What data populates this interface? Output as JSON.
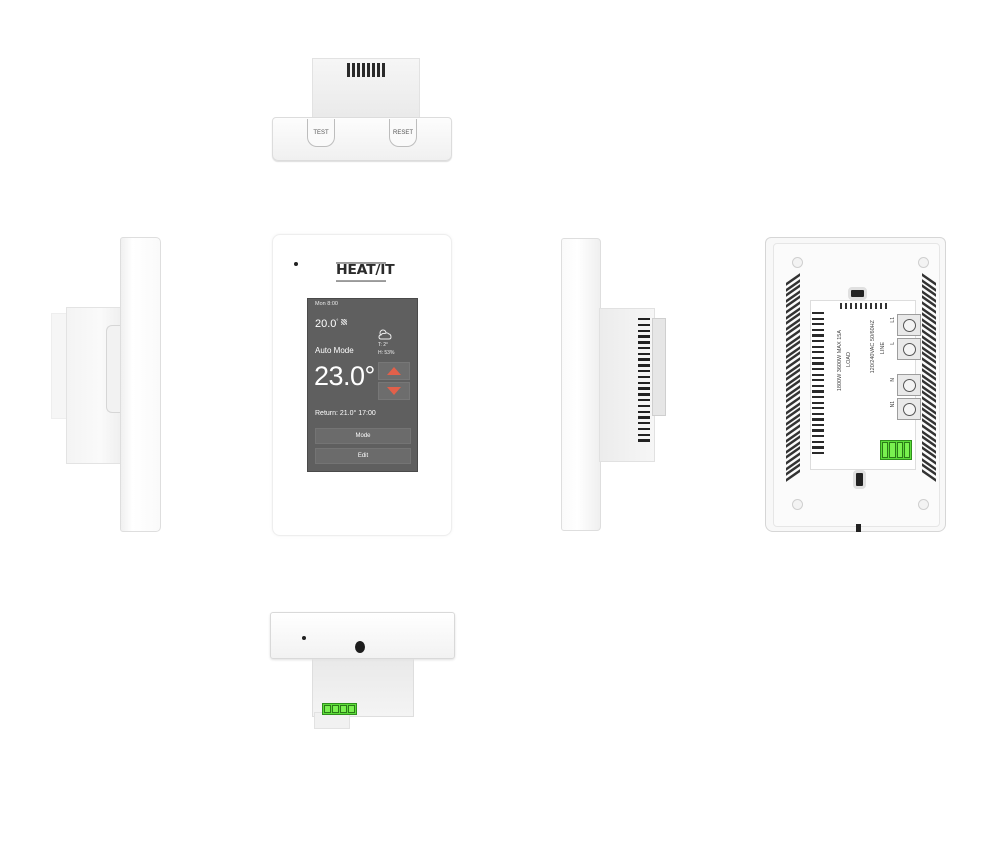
{
  "product": {
    "brand_logo": "HEAT/IT",
    "views": [
      "top",
      "left-side",
      "front",
      "right-side",
      "back",
      "bottom"
    ]
  },
  "top_view": {
    "test_button_label": "TEST",
    "reset_button_label": "RESET",
    "vent_count": 8
  },
  "front_screen": {
    "day_time": "Mon  8:00",
    "floor_temp": "20.0",
    "floor_temp_unit": "°",
    "weather": {
      "icon": "cloud-sun-icon",
      "temperature": "T:  2°",
      "humidity": "H:  53%"
    },
    "mode_label": "Auto Mode",
    "set_temperature": "23.0°",
    "up_arrow": "up-arrow-icon",
    "down_arrow": "down-arrow-icon",
    "return_info": "Return:  21.0°  17:00",
    "buttons": [
      {
        "label": "Mode"
      },
      {
        "label": "Edit"
      }
    ]
  },
  "back_view": {
    "voltage_label": "120/240VAC  50/60HZ",
    "line_label": "LINE",
    "load_label": "LOAD",
    "rating_label": "1800W 3600W MAX 15A",
    "terminals": [
      "L1",
      "L",
      "N",
      "N1"
    ],
    "terminal_arrow_labels": [
      "L",
      "N"
    ],
    "sensor_connector_pins": 4
  },
  "colors": {
    "screen_bg": "#5f5f5f",
    "arrow_accent": "#e2604a",
    "connector_green": "#5ddc3a",
    "housing": "#ffffff"
  }
}
